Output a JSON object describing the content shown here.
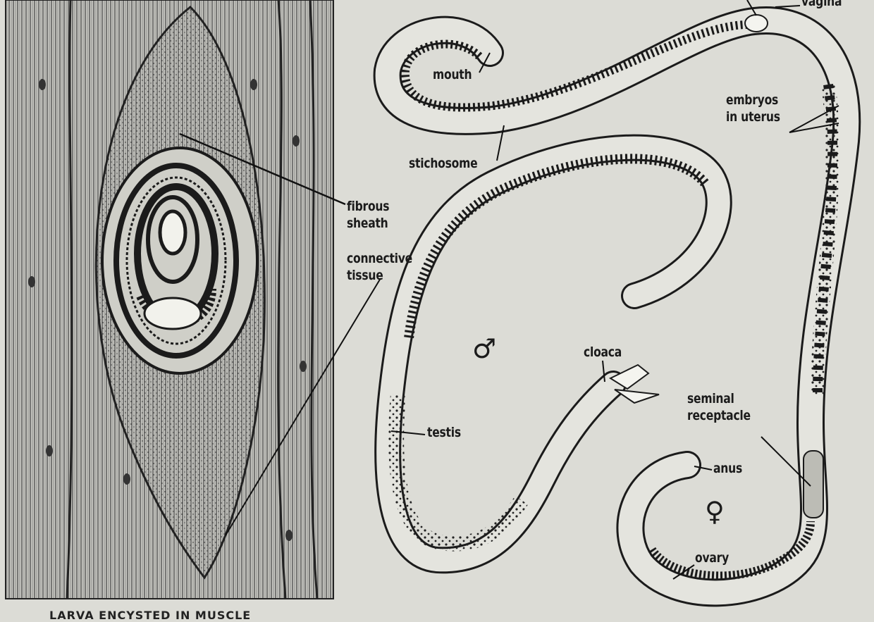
{
  "labels": {
    "vagina": "vagina",
    "mouth": "mouth",
    "embryos_in_uterus": [
      "embryos",
      "in uterus"
    ],
    "stichosome": "stichosome",
    "fibrous_sheath": [
      "fibrous",
      "sheath"
    ],
    "connective_tissue": [
      "connective",
      "tissue"
    ],
    "cloaca": "cloaca",
    "testis": "testis",
    "seminal_receptacle": [
      "seminal",
      "receptacle"
    ],
    "anus": "anus",
    "ovary": "ovary"
  },
  "symbols": {
    "male": "♂",
    "female": "♀"
  },
  "caption": "LARVA ENCYSTED IN MUSCLE",
  "colors": {
    "paper": "#dcdcd6",
    "ink": "#1b1b1b",
    "muscle": "#a8a8a2"
  }
}
